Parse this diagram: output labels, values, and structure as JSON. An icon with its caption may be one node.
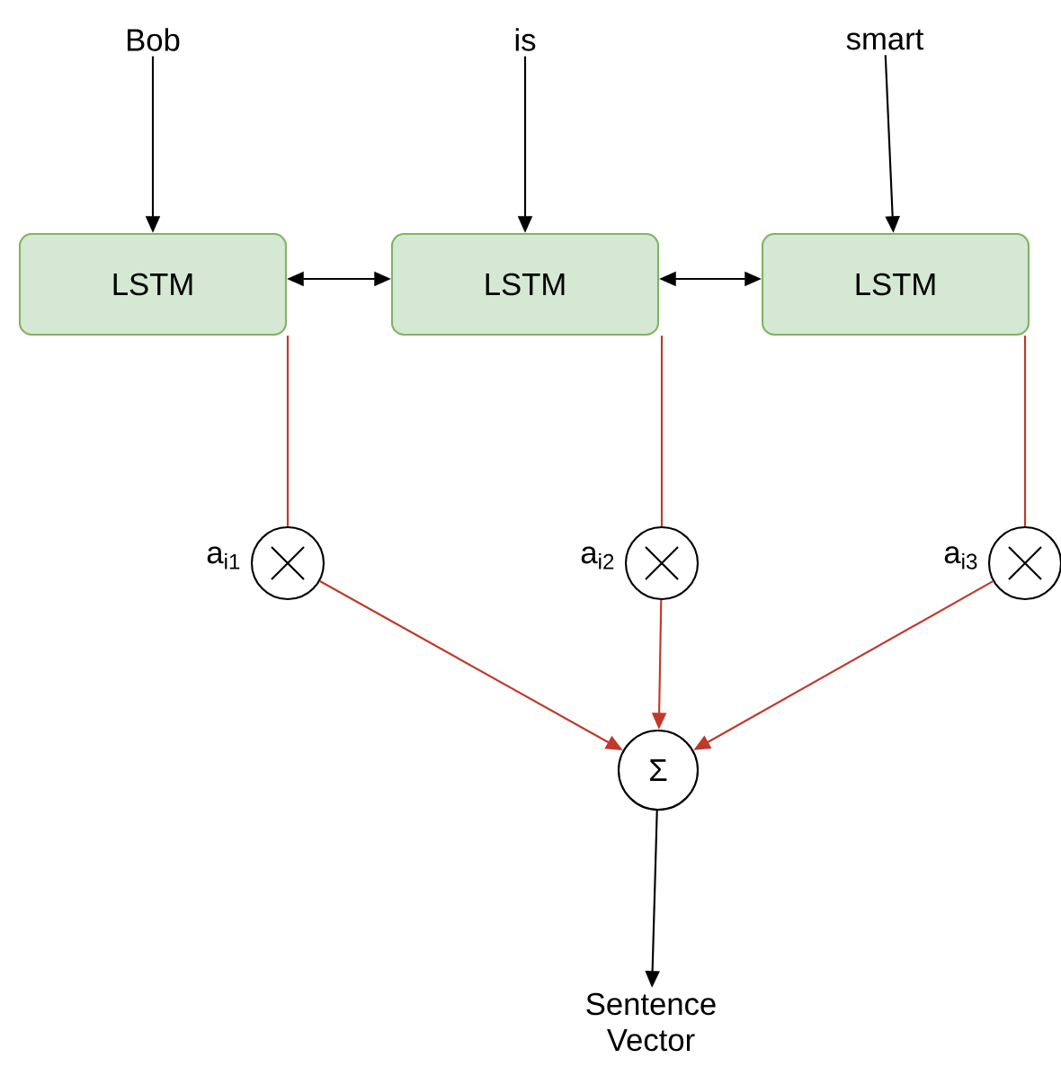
{
  "diagram": {
    "nodes": [
      {
        "text": [
          "Bob"
        ]
      },
      {
        "text": [
          "is"
        ]
      },
      {
        "text": [
          "smart"
        ]
      },
      {
        "text": [
          "LSTM"
        ]
      },
      {
        "text": [
          "LSTM"
        ]
      },
      {
        "text": [
          "LSTM"
        ]
      },
      {
        "text": [],
        "shape": "circle",
        "beside": [
          "a$_{i1}$"
        ]
      },
      {
        "text": [],
        "shape": "circle",
        "beside": [
          "a$_{i2}$"
        ]
      },
      {
        "text": [],
        "shape": "circle",
        "beside": [
          "a$_{i3}$"
        ]
      },
      {
        "text": [
          "Σ"
        ]
      },
      {
        "text": [
          "Sentence Vector"
        ]
      }
    ],
    "edges": [
      {
        "from": 0,
        "to": 3,
        "arrow": "to"
      },
      {
        "from": 1,
        "to": 4,
        "arrow": "to"
      },
      {
        "from": 2,
        "to": 5,
        "arrow": "to"
      },
      {
        "from": 3,
        "to": 4,
        "arrow": "both"
      },
      {
        "from": 4,
        "to": 5,
        "arrow": "both"
      },
      {
        "from": 3,
        "to": 6,
        "arrow": "none",
        "color": "#c0392b"
      },
      {
        "from": 4,
        "to": 7,
        "arrow": "none",
        "color": "#c0392b"
      },
      {
        "from": 5,
        "to": 8,
        "arrow": "none",
        "color": "#c0392b"
      },
      {
        "from": 6,
        "to": 9,
        "arrow": "to",
        "color": "#c0392b"
      },
      {
        "from": 7,
        "to": 9,
        "arrow": "to",
        "color": "#c0392b"
      },
      {
        "from": 8,
        "to": 9,
        "arrow": "to",
        "color": "#c0392b"
      },
      {
        "from": 9,
        "to": 10,
        "arrow": "to"
      }
    ]
  }
}
